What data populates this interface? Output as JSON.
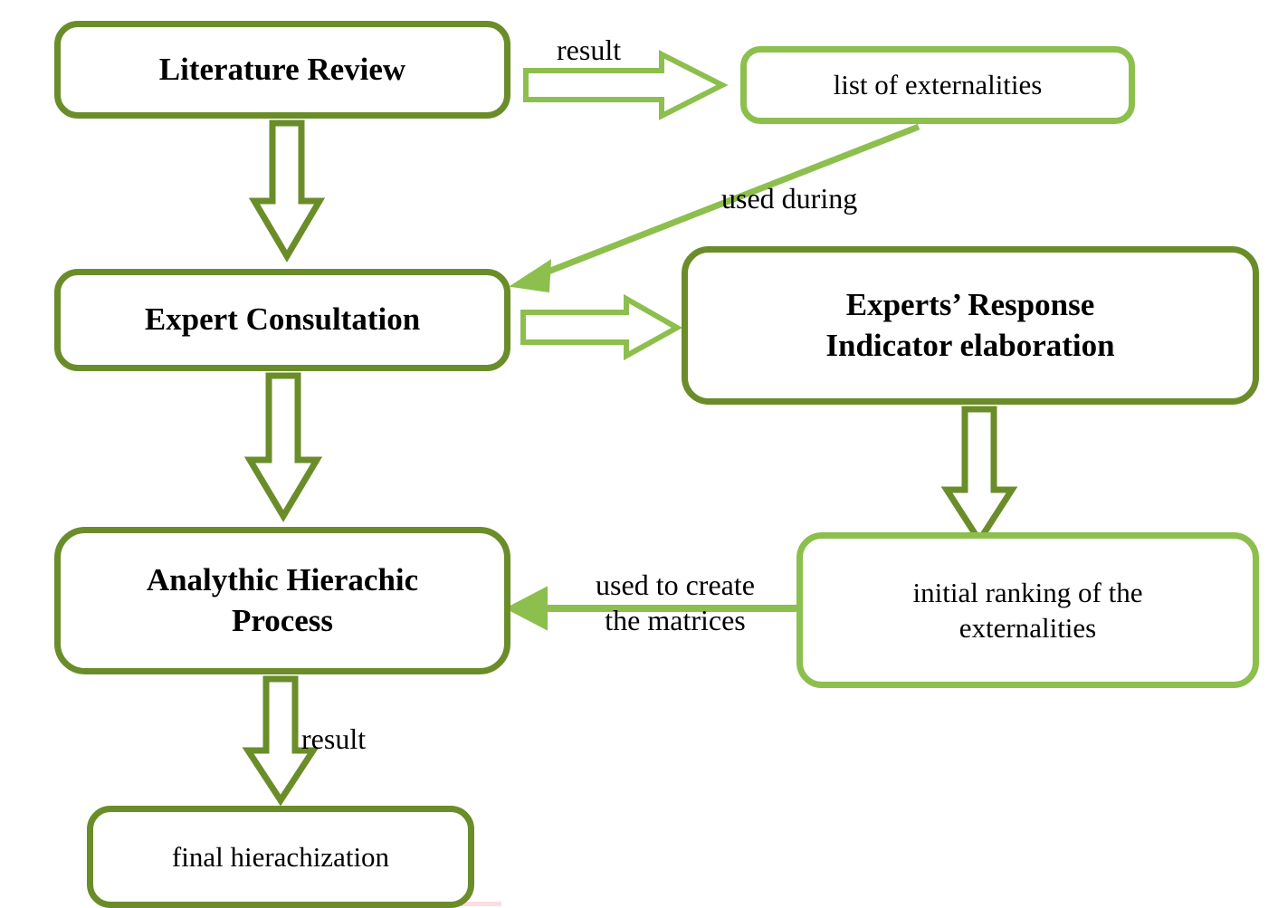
{
  "diagram": {
    "title": "Research methodology flowchart",
    "colors": {
      "dark_green": "#6a8d2a",
      "light_green": "#8cbf4d",
      "text": "#000000",
      "background": "#ffffff",
      "footer_pink": "#fbdde4"
    }
  },
  "nodes": {
    "literature_review": "Literature Review",
    "list_of_externalities": "list of externalities",
    "expert_consultation": "Expert Consultation",
    "experts_response_line1": "Experts’ Response",
    "experts_response_line2": "Indicator elaboration",
    "ahp_line1": "Analythic Hierachic",
    "ahp_line2": "Process",
    "initial_ranking_line1": "initial ranking of the",
    "initial_ranking_line2": "externalities",
    "final_hierachization": "final hierachization"
  },
  "edge_labels": {
    "result_top": "result",
    "used_during": "used during",
    "used_to_create_line1": "used to create",
    "used_to_create_line2": "the matrices",
    "result_bottom": "result"
  },
  "edges": [
    {
      "name": "literature-review-to-list-of-externalities",
      "label": "result",
      "style": "block-arrow-right",
      "color": "#8cbf4d"
    },
    {
      "name": "literature-review-to-expert-consultation",
      "label": "",
      "style": "block-arrow-down",
      "color": "#6a8d2a"
    },
    {
      "name": "list-of-externalities-to-expert-consultation",
      "label": "used during",
      "style": "line-arrow-diagonal",
      "color": "#8cbf4d"
    },
    {
      "name": "expert-consultation-to-experts-response",
      "label": "",
      "style": "block-arrow-right",
      "color": "#8cbf4d"
    },
    {
      "name": "expert-consultation-to-ahp",
      "label": "",
      "style": "block-arrow-down",
      "color": "#6a8d2a"
    },
    {
      "name": "experts-response-to-initial-ranking",
      "label": "",
      "style": "block-arrow-down",
      "color": "#6a8d2a"
    },
    {
      "name": "initial-ranking-to-ahp",
      "label": "used to create the matrices",
      "style": "line-arrow-left",
      "color": "#8cbf4d"
    },
    {
      "name": "ahp-to-final-hierachization",
      "label": "result",
      "style": "block-arrow-down",
      "color": "#6a8d2a"
    }
  ]
}
